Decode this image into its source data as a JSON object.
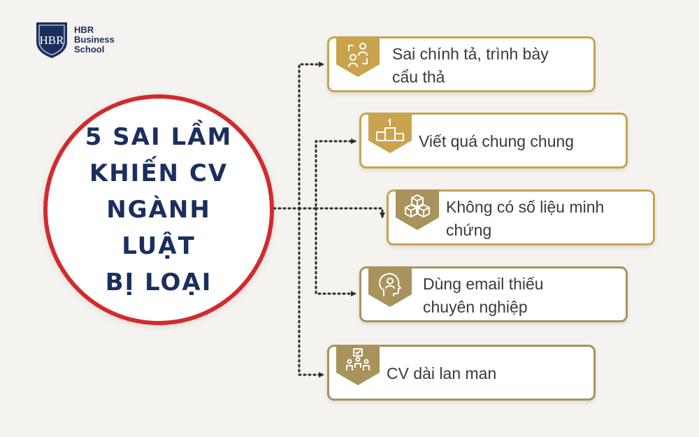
{
  "logo": {
    "monogram": "HBR",
    "line1": "HBR",
    "line2": "Business",
    "line3": "School"
  },
  "title": {
    "line1": "5 SAI LẦM",
    "line2": "KHIẾN CV",
    "line3": "NGÀNH LUẬT",
    "line4": "BỊ LOẠI"
  },
  "items": [
    {
      "line1": "Sai chính tả, trình bày",
      "line2": "cẩu thả",
      "icon": "people-exchange-icon"
    },
    {
      "line1": "Viết quá chung chung",
      "line2": "",
      "icon": "podium-icon"
    },
    {
      "line1": "Không có số liệu minh",
      "line2": "chứng",
      "icon": "cubes-icon"
    },
    {
      "line1": "Dùng email thiếu",
      "line2": "chuyên nghiệp",
      "icon": "head-profile-icon"
    },
    {
      "line1": "CV dài lan man",
      "line2": "",
      "icon": "team-check-icon"
    }
  ],
  "colors": {
    "accent_gold": "#c9a34e",
    "accent_olive": "#a8935c",
    "circle_border": "#d32a2e",
    "title_navy": "#1b2f5e",
    "background": "#f5f3ef"
  }
}
